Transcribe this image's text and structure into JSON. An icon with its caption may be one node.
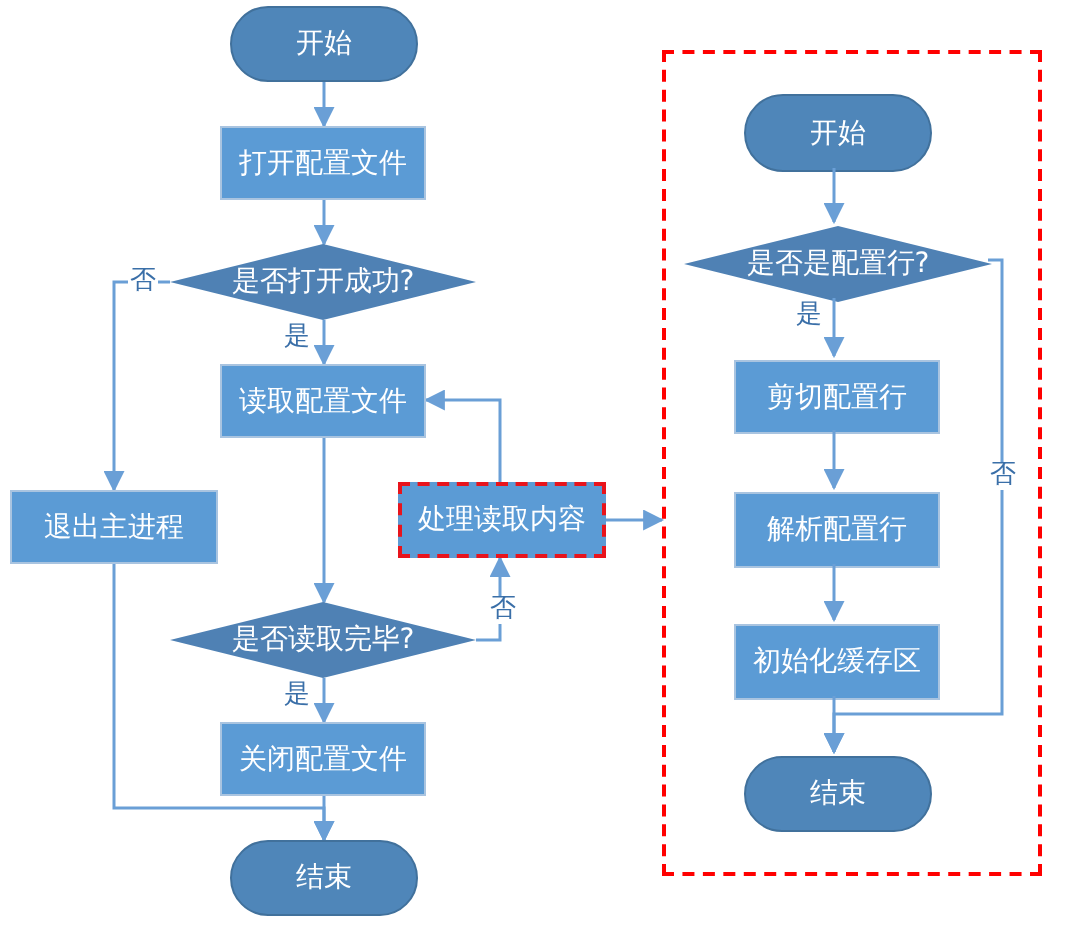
{
  "diagram": {
    "nodes": [
      {
        "text": [
          "开始"
        ]
      },
      {
        "text": [
          "打开配置文件"
        ]
      },
      {
        "text": [
          "是否打开成功?"
        ]
      },
      {
        "text": [
          "读取配置文件"
        ]
      },
      {
        "text": [
          "退出主进程"
        ]
      },
      {
        "text": [
          "处理读取内容"
        ]
      },
      {
        "text": [
          "是否读取完毕?"
        ]
      },
      {
        "text": [
          "关闭配置文件"
        ]
      },
      {
        "text": [
          "结束"
        ]
      },
      {
        "text": [],
        "shape": "box"
      },
      {
        "text": [
          "开始"
        ],
        "in": 9
      },
      {
        "text": [
          "是否是配置行?"
        ],
        "in": 9
      },
      {
        "text": [
          "剪切配置行"
        ],
        "in": 9
      },
      {
        "text": [
          "解析配置行"
        ],
        "in": 9
      },
      {
        "text": [
          "初始化缓存区"
        ],
        "in": 9
      },
      {
        "text": [
          "结束"
        ],
        "in": 9
      }
    ],
    "edges": [
      {
        "from": 0,
        "to": 1,
        "arrow": "to"
      },
      {
        "from": 1,
        "to": 2,
        "arrow": "to"
      },
      {
        "from": 2,
        "to": 3,
        "arrow": "to",
        "label": "是"
      },
      {
        "from": 2,
        "to": 4,
        "arrow": "to",
        "label": "否"
      },
      {
        "from": 3,
        "to": 6,
        "arrow": "to"
      },
      {
        "from": 6,
        "to": 7,
        "arrow": "to",
        "label": "是"
      },
      {
        "from": 6,
        "to": 5,
        "arrow": "to",
        "label": "否"
      },
      {
        "from": 5,
        "to": 3,
        "arrow": "to"
      },
      {
        "from": 7,
        "to": 8,
        "arrow": "to"
      },
      {
        "from": 4,
        "to": 8,
        "arrow": "to"
      },
      {
        "from": 5,
        "to": 9,
        "arrow": "to"
      },
      {
        "from": 10,
        "to": 11,
        "arrow": "to"
      },
      {
        "from": 11,
        "to": 12,
        "arrow": "to",
        "label": "是"
      },
      {
        "from": 12,
        "to": 13,
        "arrow": "to"
      },
      {
        "from": 13,
        "to": 14,
        "arrow": "to"
      },
      {
        "from": 14,
        "to": 15,
        "arrow": "to"
      },
      {
        "from": 11,
        "to": 15,
        "arrow": "to",
        "label": "否"
      }
    ]
  }
}
